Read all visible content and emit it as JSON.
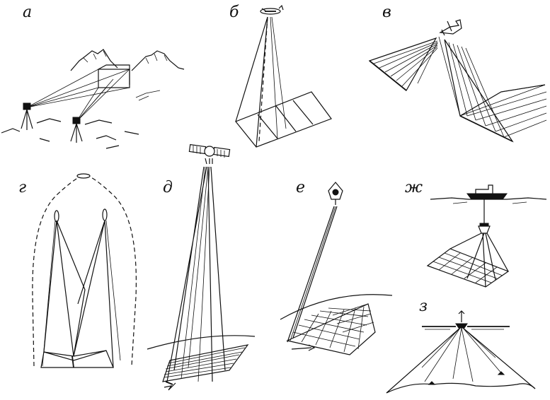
{
  "panels": [
    {
      "id": "a",
      "label": "а"
    },
    {
      "id": "b",
      "label": "б"
    },
    {
      "id": "v",
      "label": "в"
    },
    {
      "id": "g",
      "label": "г"
    },
    {
      "id": "d",
      "label": "д"
    },
    {
      "id": "e",
      "label": "е"
    },
    {
      "id": "zh",
      "label": "ж"
    },
    {
      "id": "z",
      "label": "з"
    }
  ],
  "colors": {
    "ink": "#111111",
    "paper": "#ffffff"
  }
}
